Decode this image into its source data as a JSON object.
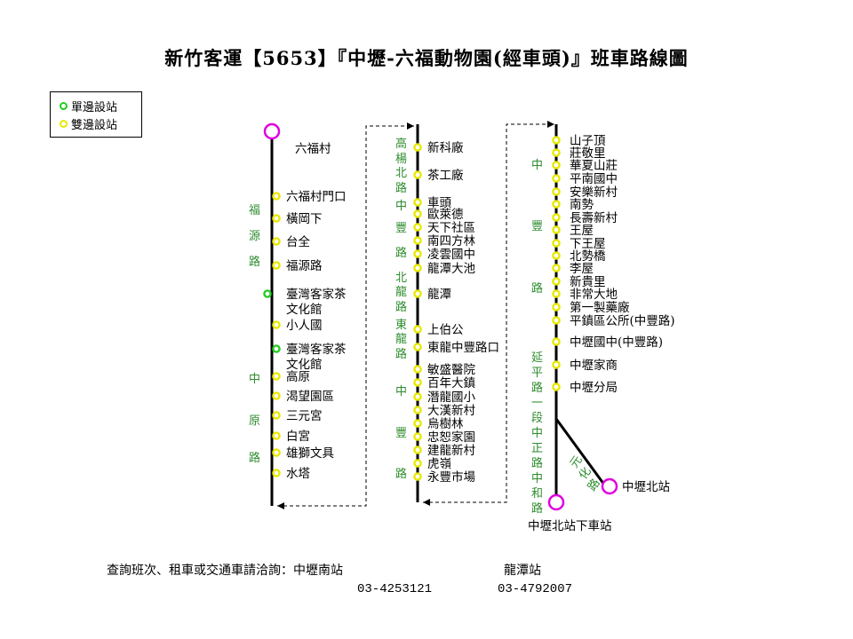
{
  "title": "新竹客運【5653】『中壢-六福動物園(經車頭)』班車路線圖",
  "legend": [
    {
      "label": "單邊設站",
      "color": "#22cc22"
    },
    {
      "label": "雙邊設站",
      "color": "#e8e800"
    }
  ],
  "columns": [
    {
      "top_stop": "六福村",
      "stops": [
        {
          "name": "六福村門口",
          "type": "double"
        },
        {
          "name": "橫岡下",
          "type": "double"
        },
        {
          "name": "台全",
          "type": "double"
        },
        {
          "name": "福源路",
          "type": "double"
        },
        {
          "name": "臺灣客家茶\n文化館",
          "type": "single-left"
        },
        {
          "name": "小人國",
          "type": "double"
        },
        {
          "name": "臺灣客家茶\n文化館",
          "type": "single"
        },
        {
          "name": "高原",
          "type": "double"
        },
        {
          "name": "渴望園區",
          "type": "double"
        },
        {
          "name": "三元宮",
          "type": "double"
        },
        {
          "name": "白宮",
          "type": "double"
        },
        {
          "name": "雄獅文具",
          "type": "double"
        },
        {
          "name": "水塔",
          "type": "double"
        }
      ],
      "roads": [
        "福",
        "源",
        "路",
        "中",
        "原",
        "路"
      ]
    },
    {
      "stops": [
        {
          "name": "新科廠",
          "type": "double"
        },
        {
          "name": "茶工廠",
          "type": "double"
        },
        {
          "name": "車頭",
          "type": "double"
        },
        {
          "name": "歐萊德",
          "type": "double"
        },
        {
          "name": "天下社區",
          "type": "double"
        },
        {
          "name": "南四方林",
          "type": "double"
        },
        {
          "name": "凌雲國中",
          "type": "double"
        },
        {
          "name": "龍潭大池",
          "type": "double"
        },
        {
          "name": "龍潭",
          "type": "double"
        },
        {
          "name": "上伯公",
          "type": "double"
        },
        {
          "name": "東龍中豐路口",
          "type": "double"
        },
        {
          "name": "敏盛醫院",
          "type": "double"
        },
        {
          "name": "百年大鎮",
          "type": "double"
        },
        {
          "name": "潛龍國小",
          "type": "double"
        },
        {
          "name": "大漢新村",
          "type": "double"
        },
        {
          "name": "烏樹林",
          "type": "double"
        },
        {
          "name": "忠恕家園",
          "type": "double"
        },
        {
          "name": "建龍新村",
          "type": "double"
        },
        {
          "name": "虎嶺",
          "type": "double"
        },
        {
          "name": "永豐市場",
          "type": "double"
        }
      ],
      "roads": [
        "高",
        "楊",
        "北",
        "路",
        "中",
        "豐",
        "路",
        "北",
        "龍",
        "路",
        "東",
        "龍",
        "路",
        "中",
        "豐",
        "路"
      ]
    },
    {
      "stops": [
        {
          "name": "山子頂",
          "type": "double"
        },
        {
          "name": "莊敬里",
          "type": "double"
        },
        {
          "name": "華夏山莊",
          "type": "double"
        },
        {
          "name": "平南國中",
          "type": "double"
        },
        {
          "name": "安樂新村",
          "type": "double"
        },
        {
          "name": "南勢",
          "type": "double"
        },
        {
          "name": "長壽新村",
          "type": "double"
        },
        {
          "name": "王屋",
          "type": "double"
        },
        {
          "name": "下王屋",
          "type": "double"
        },
        {
          "name": "北勢橋",
          "type": "double"
        },
        {
          "name": "李屋",
          "type": "double"
        },
        {
          "name": "新貴里",
          "type": "double"
        },
        {
          "name": "非常大地",
          "type": "double"
        },
        {
          "name": "第一製藥廠",
          "type": "double"
        },
        {
          "name": "平鎮區公所(中豐路)",
          "type": "double"
        },
        {
          "name": "中壢國中(中豐路)",
          "type": "double"
        },
        {
          "name": "中壢家商",
          "type": "double"
        },
        {
          "name": "中壢分局",
          "type": "double"
        }
      ],
      "roads": [
        "中",
        "豐",
        "路",
        "延",
        "平",
        "路",
        "一",
        "段",
        "中",
        "正",
        "路",
        "中",
        "和",
        "路"
      ],
      "terminal_bottom": "中壢北站下車站",
      "branch_terminal": "中壢北站",
      "branch_road": [
        "元",
        "化",
        "路"
      ]
    }
  ],
  "footer": {
    "prompt": "查詢班次、租車或交通車請洽詢：中壢南站",
    "station2": "龍潭站",
    "phone1": "03-4253121",
    "phone2": "03-4792007"
  },
  "colors": {
    "single": "#22cc22",
    "double": "#e8e800",
    "terminal": "#e000e0",
    "road": "#2e8b2e"
  }
}
